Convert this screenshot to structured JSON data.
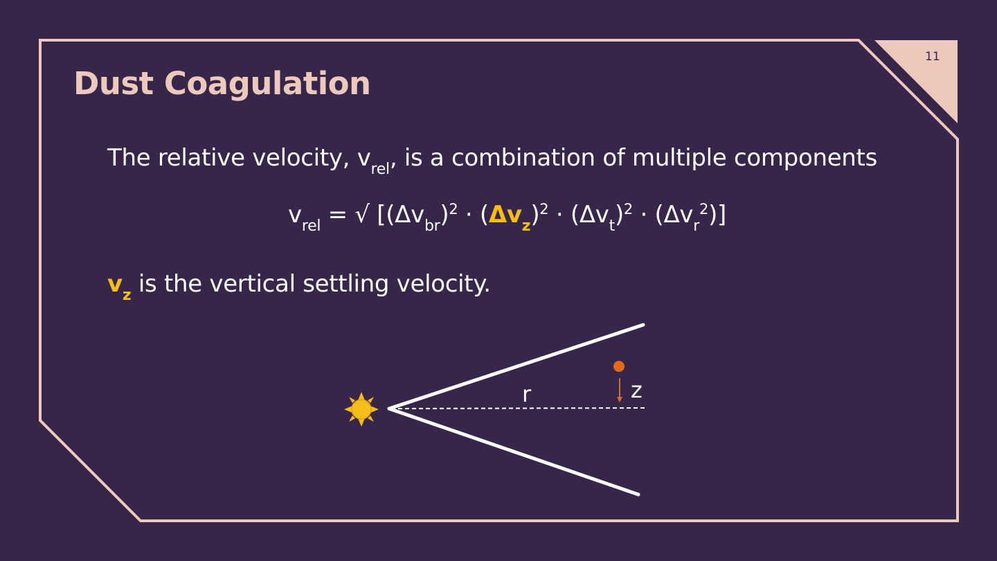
{
  "slide": {
    "page_number": "11",
    "title": "Dust Coagulation"
  },
  "intro": {
    "text_before": "The relative velocity, v",
    "subscript": "rel",
    "text_after": ", is a combination of multiple components"
  },
  "formula": {
    "lhs_symbol": "v",
    "lhs_subscript": "rel",
    "equals": " = ",
    "sqrt_symbol": "√",
    "open": " [(Δv",
    "br_subscript": "br",
    "close_1": ")",
    "exp_1": "2",
    "dot_1": " · (",
    "highlight_symbol": "Δv",
    "highlight_subscript": "z",
    "close_2": ")",
    "exp_2": "2",
    "dot_2": " · (Δv",
    "t_subscript": "t",
    "close_3": ")",
    "exp_3": "2",
    "dot_3": " · (Δv",
    "r_subscript": "r",
    "exp_4": "2",
    "close_4": ")]"
  },
  "settling": {
    "symbol": "v",
    "subscript": "z",
    "text": " is the vertical settling velocity."
  },
  "diagram": {
    "label_r": "r",
    "label_z": "z",
    "icons": {
      "star": "sun-icon",
      "particle": "dust-particle-icon",
      "arrow": "settling-arrow-icon"
    }
  },
  "colors": {
    "background": "#372649",
    "frame": "#ecc9bc",
    "highlight": "#f4bd1a",
    "particle": "#e36a1b",
    "text": "#ffffff"
  }
}
